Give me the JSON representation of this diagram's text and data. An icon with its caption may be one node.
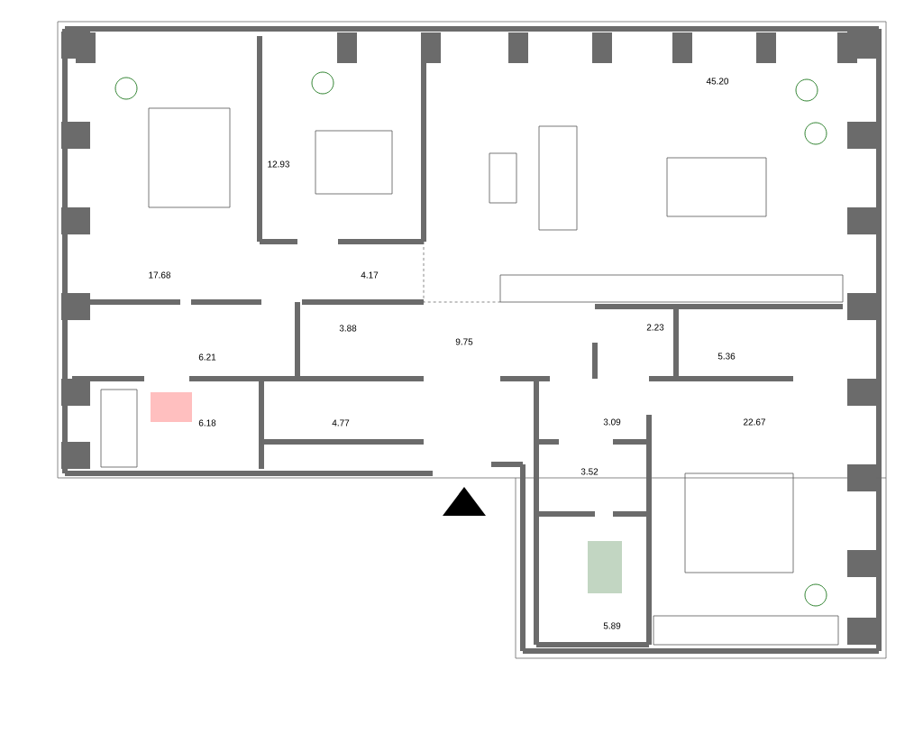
{
  "diagram": {
    "labels": [
      "45.20",
      "12.93",
      "17.68",
      "4.17",
      "3.88",
      "2.23",
      "9.75",
      "6.21",
      "5.36",
      "6.18",
      "4.77",
      "3.09",
      "22.67",
      "3.52",
      "5.89"
    ]
  }
}
